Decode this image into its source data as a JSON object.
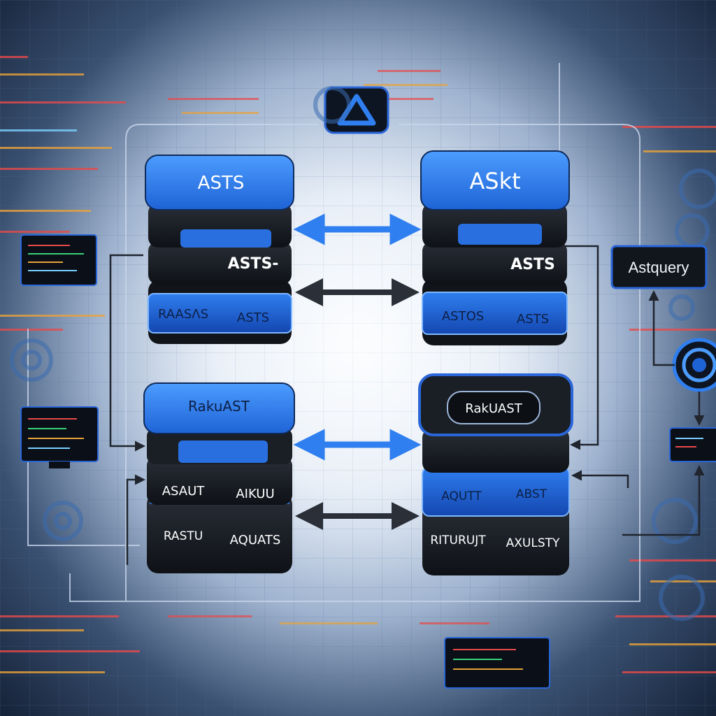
{
  "stacks": {
    "top_left": {
      "top_label": "ASTS",
      "middle_label": "ASTS-",
      "bottom_left_label": "RAASɅS",
      "bottom_right_label": "ASTS"
    },
    "top_right": {
      "top_label": "ASkt",
      "middle_label": "ASTS",
      "bottom_left_label": "ASTOS",
      "bottom_right_label": "ASTS"
    },
    "bottom_left": {
      "top_label": "RakuAST",
      "middle_left_label": "ASAUT",
      "middle_right_label": "AIKUU",
      "bottom_left_label": "RASTU",
      "bottom_right_label": "AQUATS"
    },
    "bottom_right": {
      "top_label": "RakUAST",
      "middle_left_label": "AQUTT",
      "middle_right_label": "ABST",
      "bottom_left_label": "RITURUJT",
      "bottom_right_label": "AXULSTY"
    }
  },
  "side_box": {
    "label": "Astquery"
  },
  "colors": {
    "accent_blue": "#2f7ff0",
    "dark_layer": "#16191f",
    "panel_border": "#2a66d8",
    "background_dark": "#152238"
  },
  "icons": {
    "top_symbol": "warning-triangle-icon",
    "gear_left": "gear-icon",
    "gear_right": "gear-icon",
    "monitor": "monitor-icon",
    "target": "target-icon"
  }
}
